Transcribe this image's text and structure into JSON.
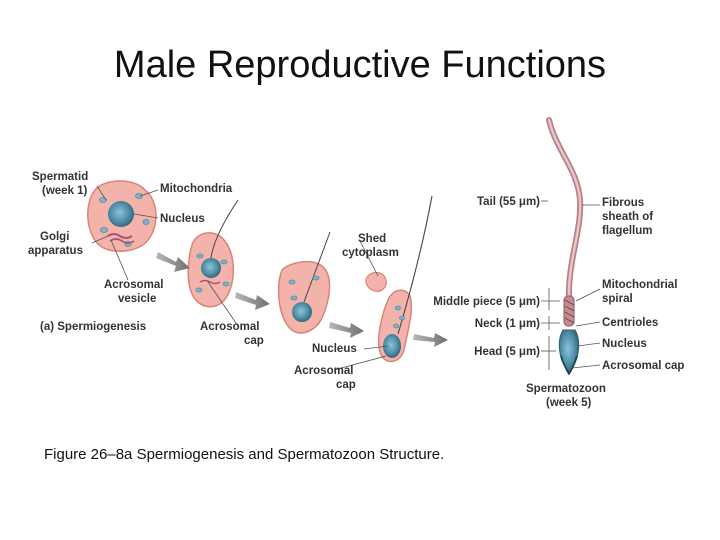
{
  "slide": {
    "title": "Male Reproductive Functions",
    "caption": "Figure 26–8a Spermiogenesis and Spermatozoon Structure."
  },
  "diagram": {
    "left_labels": {
      "spermatid_1": "Spermatid",
      "spermatid_2": "(week 1)",
      "mitochondria": "Mitochondria",
      "nucleus_1": "Nucleus",
      "golgi_1": "Golgi",
      "golgi_2": "apparatus",
      "acrosomal_vesicle_1": "Acrosomal",
      "acrosomal_vesicle_2": "vesicle",
      "panel": "(a) Spermiogenesis",
      "acrosomal_cap_a_1": "Acrosomal",
      "acrosomal_cap_a_2": "cap",
      "shed_1": "Shed",
      "shed_2": "cytoplasm",
      "nucleus_2": "Nucleus",
      "acrosomal_cap_b_1": "Acrosomal",
      "acrosomal_cap_b_2": "cap"
    },
    "segment_labels": {
      "tail": "Tail (55 μm)",
      "middle_piece": "Middle piece (5 μm)",
      "neck": "Neck (1 μm)",
      "head": "Head (5 μm)"
    },
    "right_labels": {
      "fibrous_1": "Fibrous",
      "fibrous_2": "sheath of",
      "fibrous_3": "flagellum",
      "mito_spiral_1": "Mitochondrial",
      "mito_spiral_2": "spiral",
      "centrioles": "Centrioles",
      "nucleus": "Nucleus",
      "acrosomal_cap": "Acrosomal cap",
      "spermatozoon_1": "Spermatozoon",
      "spermatozoon_2": "(week 5)"
    },
    "colors": {
      "cell_fill": "#f4b3aa",
      "cell_stroke": "#d9837a",
      "nucleus_fill": "#4e8fa8",
      "nucleus_dark": "#2d5f72",
      "mitochondria": "#7fb3c4",
      "arrow": "#7f7f7f",
      "label": "#333333"
    }
  }
}
